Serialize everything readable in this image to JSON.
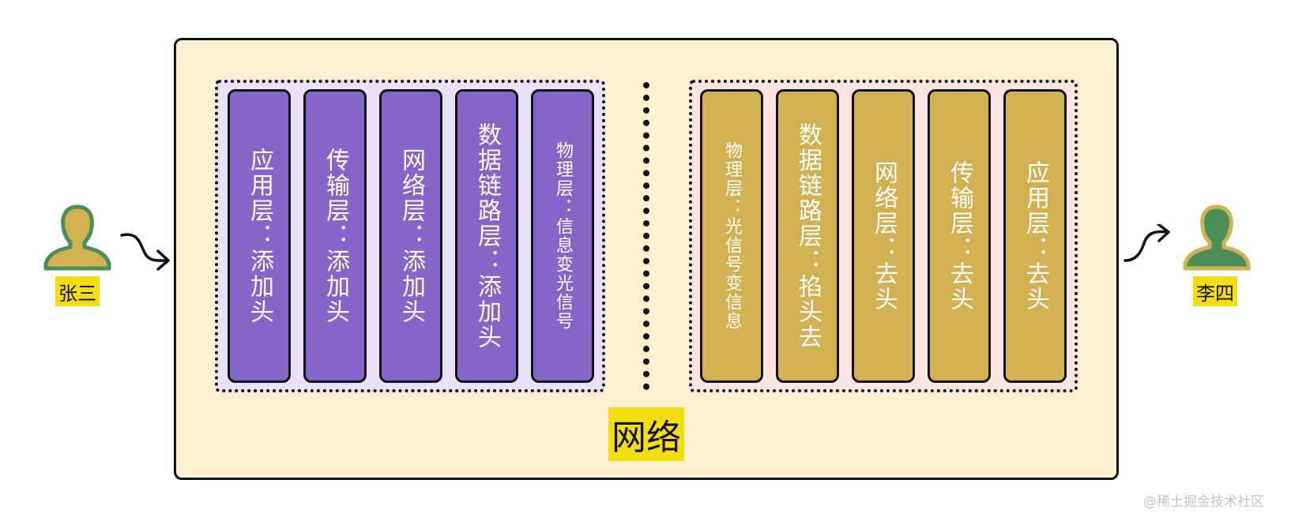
{
  "diagram": {
    "network_label": "网络",
    "sender": {
      "name": "张三",
      "layers": [
        "应用层：添加头",
        "传输层：添加头",
        "网络层：添加头",
        "数据链路层：添加头",
        "物理层：信息变光信号"
      ]
    },
    "receiver": {
      "name": "李四",
      "layers": [
        "物理层：光信号变信息",
        "数据链路层：掐头去",
        "网络层：去头",
        "传输层：去头",
        "应用层：去头"
      ]
    },
    "watermark": "@稀土掘金技术社区"
  },
  "colors": {
    "frame_bg": "#fdf1d2",
    "sender_layer": "#8466c8",
    "receiver_layer": "#d2b152",
    "label_highlight": "#f3de12",
    "sender_person": "#d2b152",
    "receiver_person": "#4a8f5a"
  }
}
